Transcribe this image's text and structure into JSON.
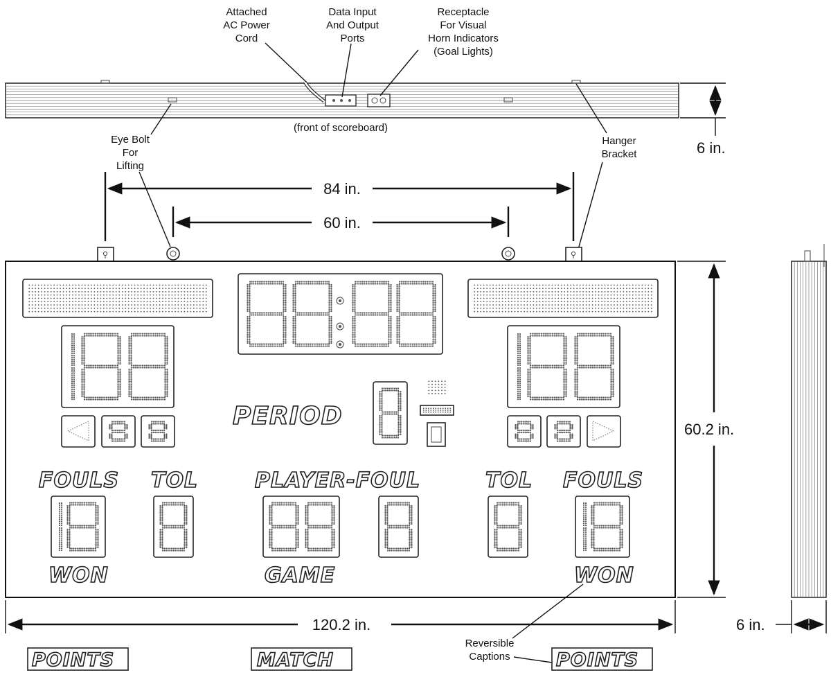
{
  "callouts": {
    "ac_cord": [
      "Attached",
      "AC Power",
      "Cord"
    ],
    "data_ports": [
      "Data Input",
      "And Output",
      "Ports"
    ],
    "receptacle": [
      "Receptacle",
      "For Visual",
      "Horn Indicators",
      "(Goal Lights)"
    ],
    "front": "(front of scoreboard)",
    "eye_bolt": [
      "Eye Bolt",
      "For",
      "Lifting"
    ],
    "hanger": [
      "Hanger",
      "Bracket"
    ],
    "reversible": [
      "Reversible",
      "Captions"
    ]
  },
  "dimensions": {
    "depth_top": "6 in.",
    "hanger_span": "84 in.",
    "eyebolt_span": "60 in.",
    "height": "60.2 in.",
    "width": "120.2 in.",
    "depth_side": "6 in."
  },
  "captions": {
    "period": "PERIOD",
    "fouls_left": "FOULS",
    "tol_left": "TOL",
    "player_foul": "PLAYER-FOUL",
    "tol_right": "TOL",
    "fouls_right": "FOULS",
    "won_left": "WON",
    "game": "GAME",
    "won_right": "WON",
    "points_left": "POINTS",
    "match": "MATCH",
    "points_right": "POINTS"
  },
  "colors": {
    "line": "#111111",
    "led": "#555555"
  }
}
